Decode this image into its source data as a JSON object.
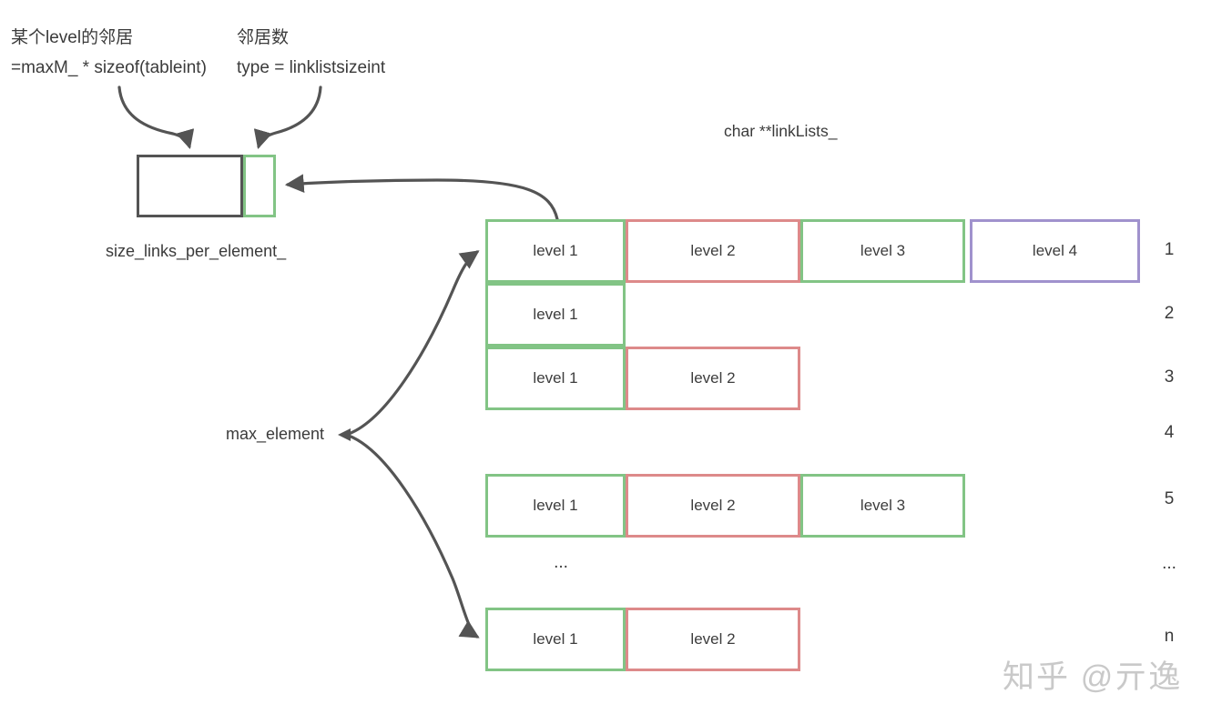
{
  "annotations": {
    "neighbor_label": "某个level的邻居",
    "neighbor_formula": "=maxM_ * sizeof(tableint)",
    "count_label": "邻居数",
    "count_formula": "type = linklistsizeint",
    "size_links_label": "size_links_per_element_",
    "max_element_label": "max_element",
    "linklists_label": "char **linkLists_"
  },
  "colors": {
    "level_green": "#82c485",
    "level_red": "#dd8a8a",
    "level_purple": "#a092cd",
    "line_gray": "#545454",
    "text": "#3d3d3d",
    "watermark_gray": "#c9c9c9"
  },
  "rows": [
    {
      "num": "1",
      "cells": [
        {
          "label": "level 1",
          "level": 1
        },
        {
          "label": "level 2",
          "level": 2
        },
        {
          "label": "level 3",
          "level": 3
        },
        {
          "label": "level 4",
          "level": 4
        }
      ]
    },
    {
      "num": "2",
      "cells": [
        {
          "label": "level 1",
          "level": 1
        }
      ]
    },
    {
      "num": "3",
      "cells": [
        {
          "label": "level 1",
          "level": 1
        },
        {
          "label": "level 2",
          "level": 2
        }
      ]
    },
    {
      "num": "4",
      "cells": []
    },
    {
      "num": "5",
      "cells": [
        {
          "label": "level 1",
          "level": 1
        },
        {
          "label": "level 2",
          "level": 2
        },
        {
          "label": "level 3",
          "level": 3
        }
      ]
    },
    {
      "num": "...",
      "cells": [],
      "ellipsis": "..."
    },
    {
      "num": "n",
      "cells": [
        {
          "label": "level 1",
          "level": 1
        },
        {
          "label": "level 2",
          "level": 2
        }
      ]
    }
  ],
  "watermark": "知乎 @亓逸"
}
